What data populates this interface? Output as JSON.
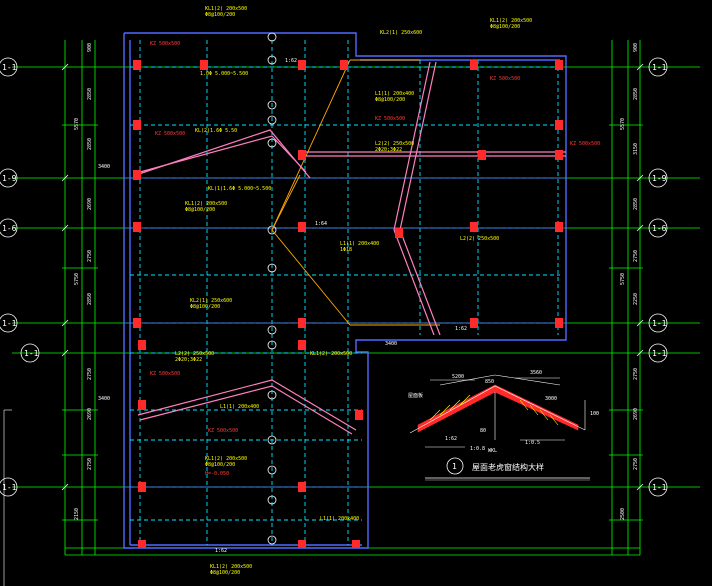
{
  "colors": {
    "background": "#000000",
    "beam_blue": "#4f6bff",
    "beam_dash": "#00e5ff",
    "grid_green": "#00ff00",
    "column_red": "#ff2a2a",
    "label_yellow": "#ffff00",
    "label_red": "#ff3b3b",
    "truss_orange": "#ffa800",
    "pink": "#ff7fbf",
    "white": "#ffffff"
  },
  "axes_left": [
    "1-1",
    "1-9",
    "1-6",
    "1-1",
    "1-1",
    "1-1"
  ],
  "axes_right": [
    "1-1",
    "1-9",
    "1-6",
    "1-1",
    "1-1",
    "1-1"
  ],
  "left_dims": [
    "900",
    "2850",
    "5570",
    "2850",
    "2690",
    "2750",
    "5750",
    "2850",
    "2750",
    "2690",
    "2750",
    "2150"
  ],
  "right_dims": [
    "900",
    "2850",
    "5570",
    "3150",
    "2850",
    "2750",
    "5750",
    "2250",
    "2750",
    "2690",
    "2750",
    "2500"
  ],
  "beam_labels": {
    "kl1": "KL1(2) 200x500",
    "kl2": "KL2(1) 250x600",
    "l1": "L1(1) 200x400",
    "l2": "L2(2) 250x500",
    "kz": "KZ 500x500",
    "spacing": "Φ8@100/200",
    "bars": "2Φ20;3Φ22",
    "top": "1Φ18",
    "elev": "H=-0.050",
    "mid_a": "1.0Φ 5.000~5.500",
    "mid_b": "KL(2)1.6Φ 5.50",
    "mid_c": "KL(1)1.6Φ 5.000~5.500",
    "lq": "1:62",
    "lb": "1:64",
    "lc": "3400"
  },
  "detail": {
    "number": "1",
    "title": "屋面老虎窗结构大样",
    "dim_top_left": "5200",
    "dim_top_right": "3560",
    "dim_left": "850",
    "dim_right": "3000",
    "slope_left": "1:0.8",
    "slope_right": "1:0.5",
    "label_left": "屋面板",
    "label_bottom": "1:62",
    "label_mid": "80",
    "label_ridge": "WKL",
    "dim_end": "100"
  }
}
